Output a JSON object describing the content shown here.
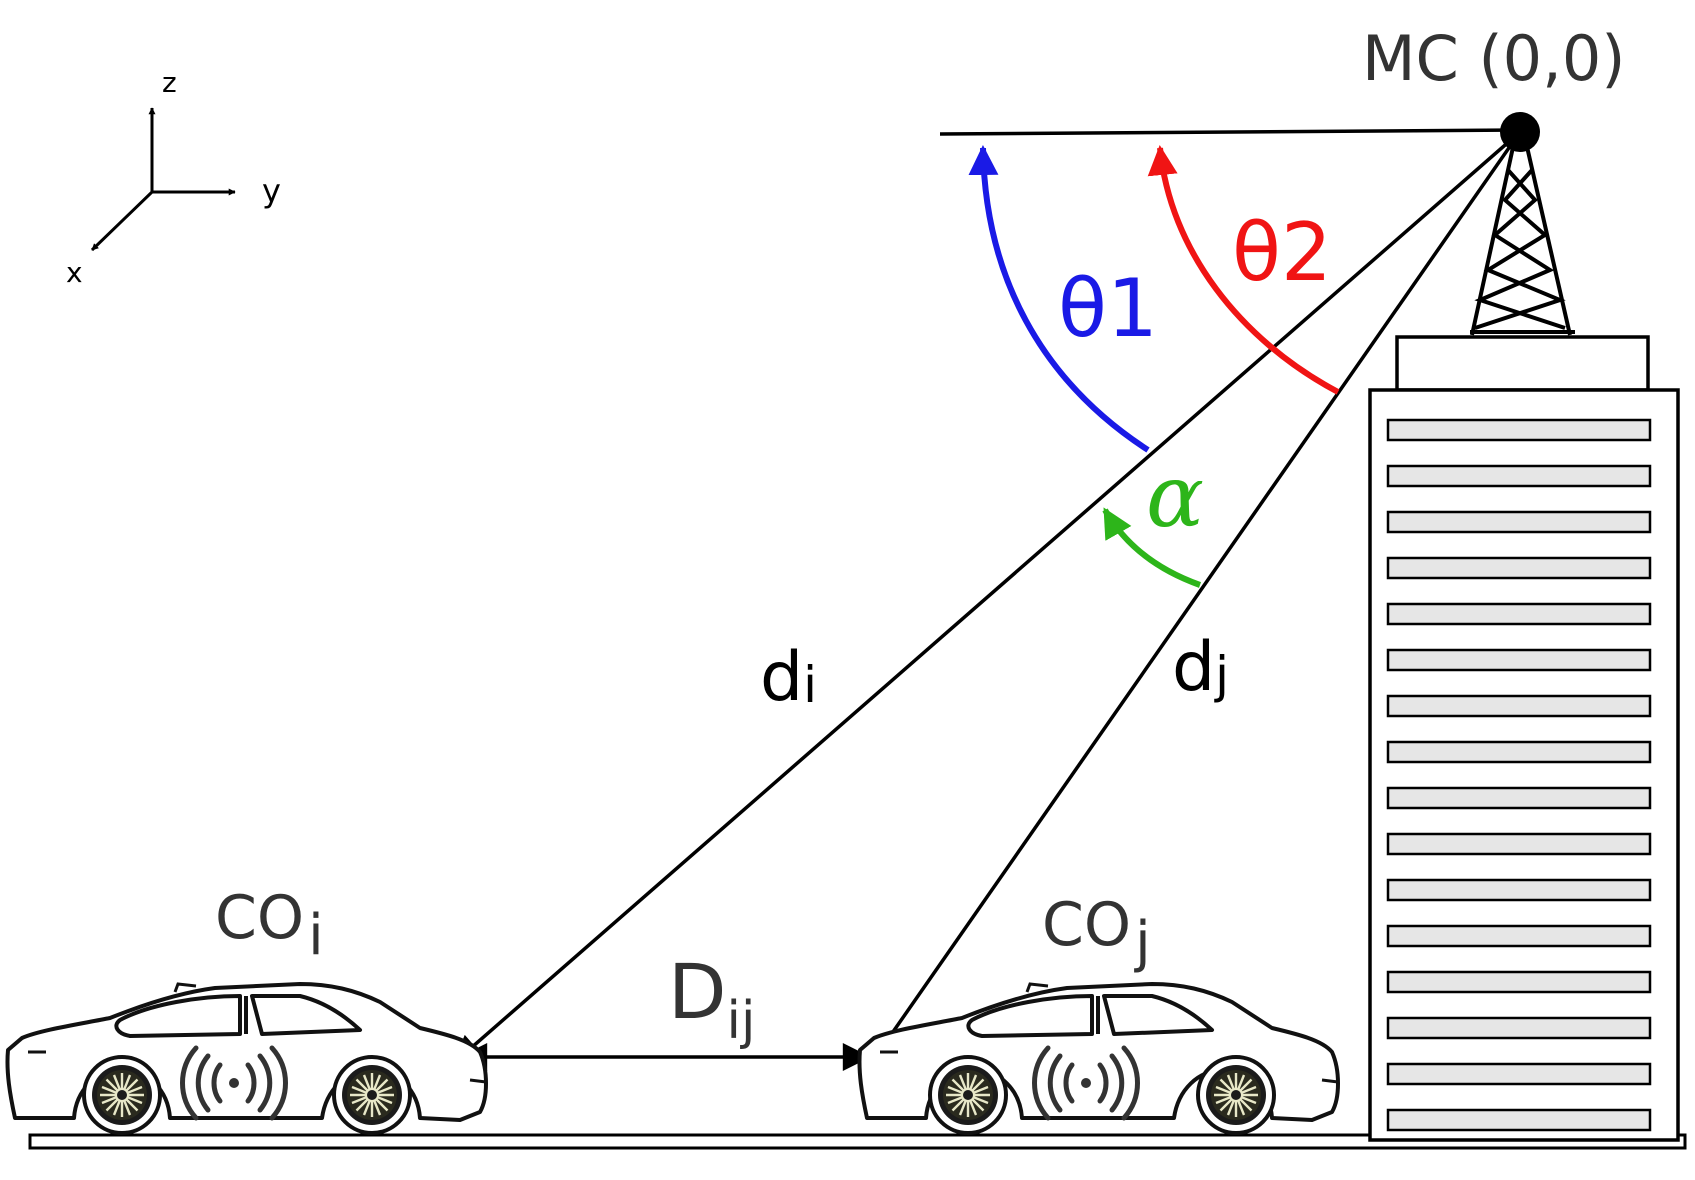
{
  "axes": {
    "z": "z",
    "y": "y",
    "x": "x"
  },
  "tower": {
    "label": "MC (0,0)"
  },
  "angles": {
    "theta1": {
      "label": "θ1",
      "color": "#1a1ae6"
    },
    "theta2": {
      "label": "θ2",
      "color": "#f01414"
    },
    "alpha": {
      "label": "α",
      "color": "#2db51a"
    }
  },
  "distances": {
    "di": {
      "main": "d",
      "sub": "i"
    },
    "dj": {
      "main": "d",
      "sub": "j"
    },
    "dij": {
      "main": "D",
      "sub": "ij"
    }
  },
  "cars": {
    "left": {
      "main": "CO",
      "sub": "i"
    },
    "right": {
      "main": "CO",
      "sub": "j"
    }
  }
}
